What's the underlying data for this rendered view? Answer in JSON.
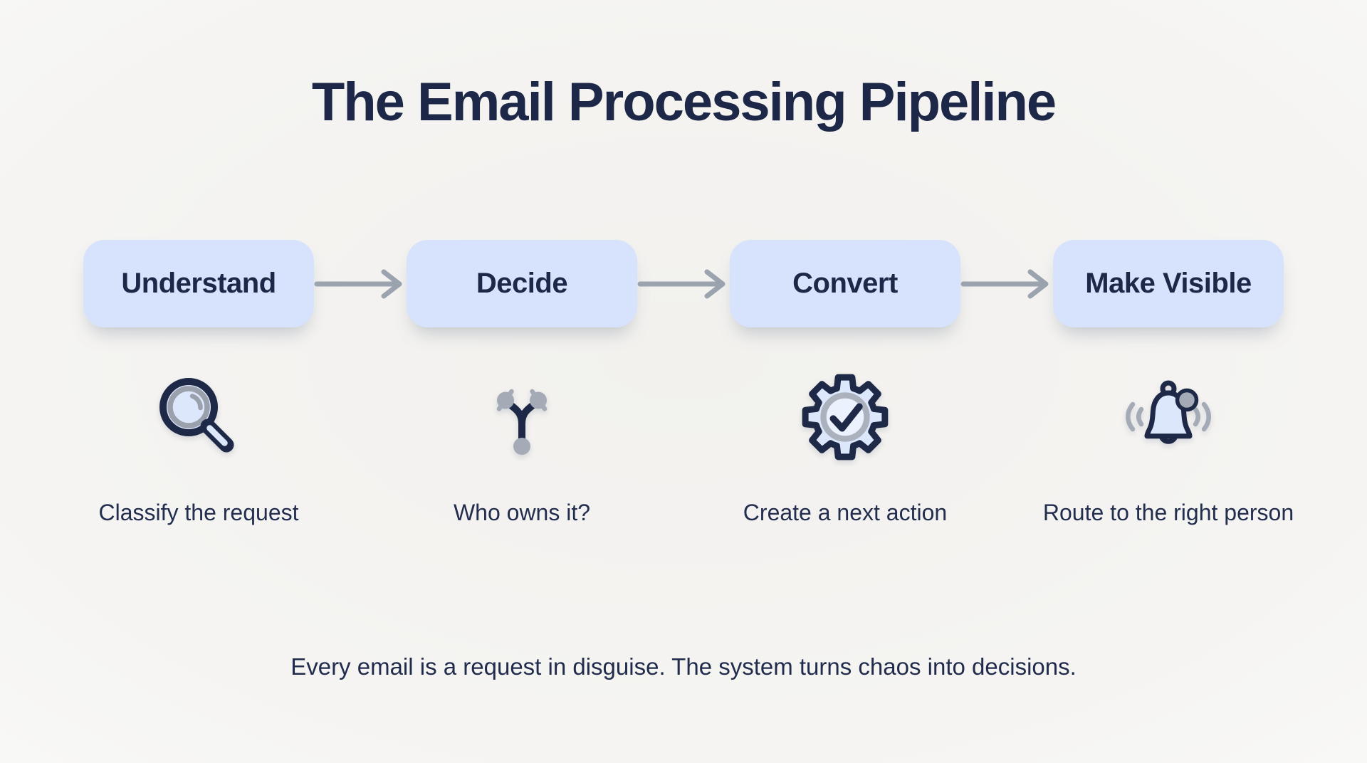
{
  "title": "The Email Processing Pipeline",
  "stages": [
    {
      "label": "Understand",
      "caption": "Classify the request",
      "icon": "magnifier-search-icon"
    },
    {
      "label": "Decide",
      "caption": "Who owns it?",
      "icon": "branch-split-icon"
    },
    {
      "label": "Convert",
      "caption": "Create a next action",
      "icon": "gear-check-icon"
    },
    {
      "label": "Make Visible",
      "caption": "Route to the right person",
      "icon": "ringing-bell-icon"
    }
  ],
  "tagline": "Every email is a request in disguise. The system turns chaos into decisions.",
  "colors": {
    "background": "#f5f4f2",
    "box_fill": "#d7e3fc",
    "icon_fill": "#dce7fc",
    "text_navy": "#1d2848",
    "arrow_gray": "#9ba3af",
    "icon_gray": "#a4abb7"
  }
}
